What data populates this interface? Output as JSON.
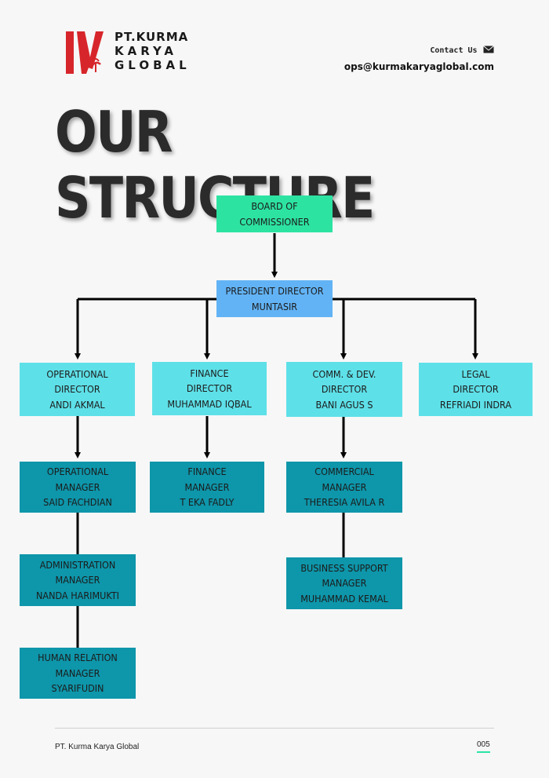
{
  "header": {
    "company_line1": "PT.KURMA",
    "company_line2": "KARYA",
    "company_line3": "GLOBAL",
    "contact_label": "Contact Us",
    "contact_email": "ops@kurmakaryaglobal.com",
    "mail_icon": "envelope-icon"
  },
  "title": "OUR STRUCTURE",
  "org": {
    "board": [
      "BOARD OF",
      "COMMISSIONER"
    ],
    "president": [
      "PRESIDENT DIRECTOR",
      "MUNTASIR"
    ],
    "directors": [
      [
        "OPERATIONAL",
        "DIRECTOR",
        "ANDI AKMAL"
      ],
      [
        "FINANCE",
        "DIRECTOR",
        "MUHAMMAD IQBAL"
      ],
      [
        "COMM. & DEV.",
        "DIRECTOR",
        "BANI AGUS S"
      ],
      [
        "LEGAL",
        "DIRECTOR",
        "REFRIADI INDRA"
      ]
    ],
    "managers": {
      "operational": [
        "OPERATIONAL",
        "MANAGER",
        "SAID FACHDIAN"
      ],
      "administration": [
        "ADMINISTRATION",
        "MANAGER",
        "NANDA HARIMUKTI"
      ],
      "human_relation": [
        "HUMAN RELATION",
        "MANAGER",
        "SYARIFUDIN"
      ],
      "finance": [
        "FINANCE",
        "MANAGER",
        "T EKA FADLY"
      ],
      "commercial": [
        "COMMERCIAL",
        "MANAGER",
        "THERESIA AVILA R"
      ],
      "business_support": [
        "BUSINESS SUPPORT",
        "MANAGER",
        "MUHAMMAD KEMAL"
      ]
    }
  },
  "colors": {
    "board": "#2de3a2",
    "president": "#62b3f5",
    "director": "#5ee0e8",
    "manager": "#0e96aa"
  },
  "footer": {
    "company": "PT. Kurma Karya Global",
    "page": "005"
  }
}
